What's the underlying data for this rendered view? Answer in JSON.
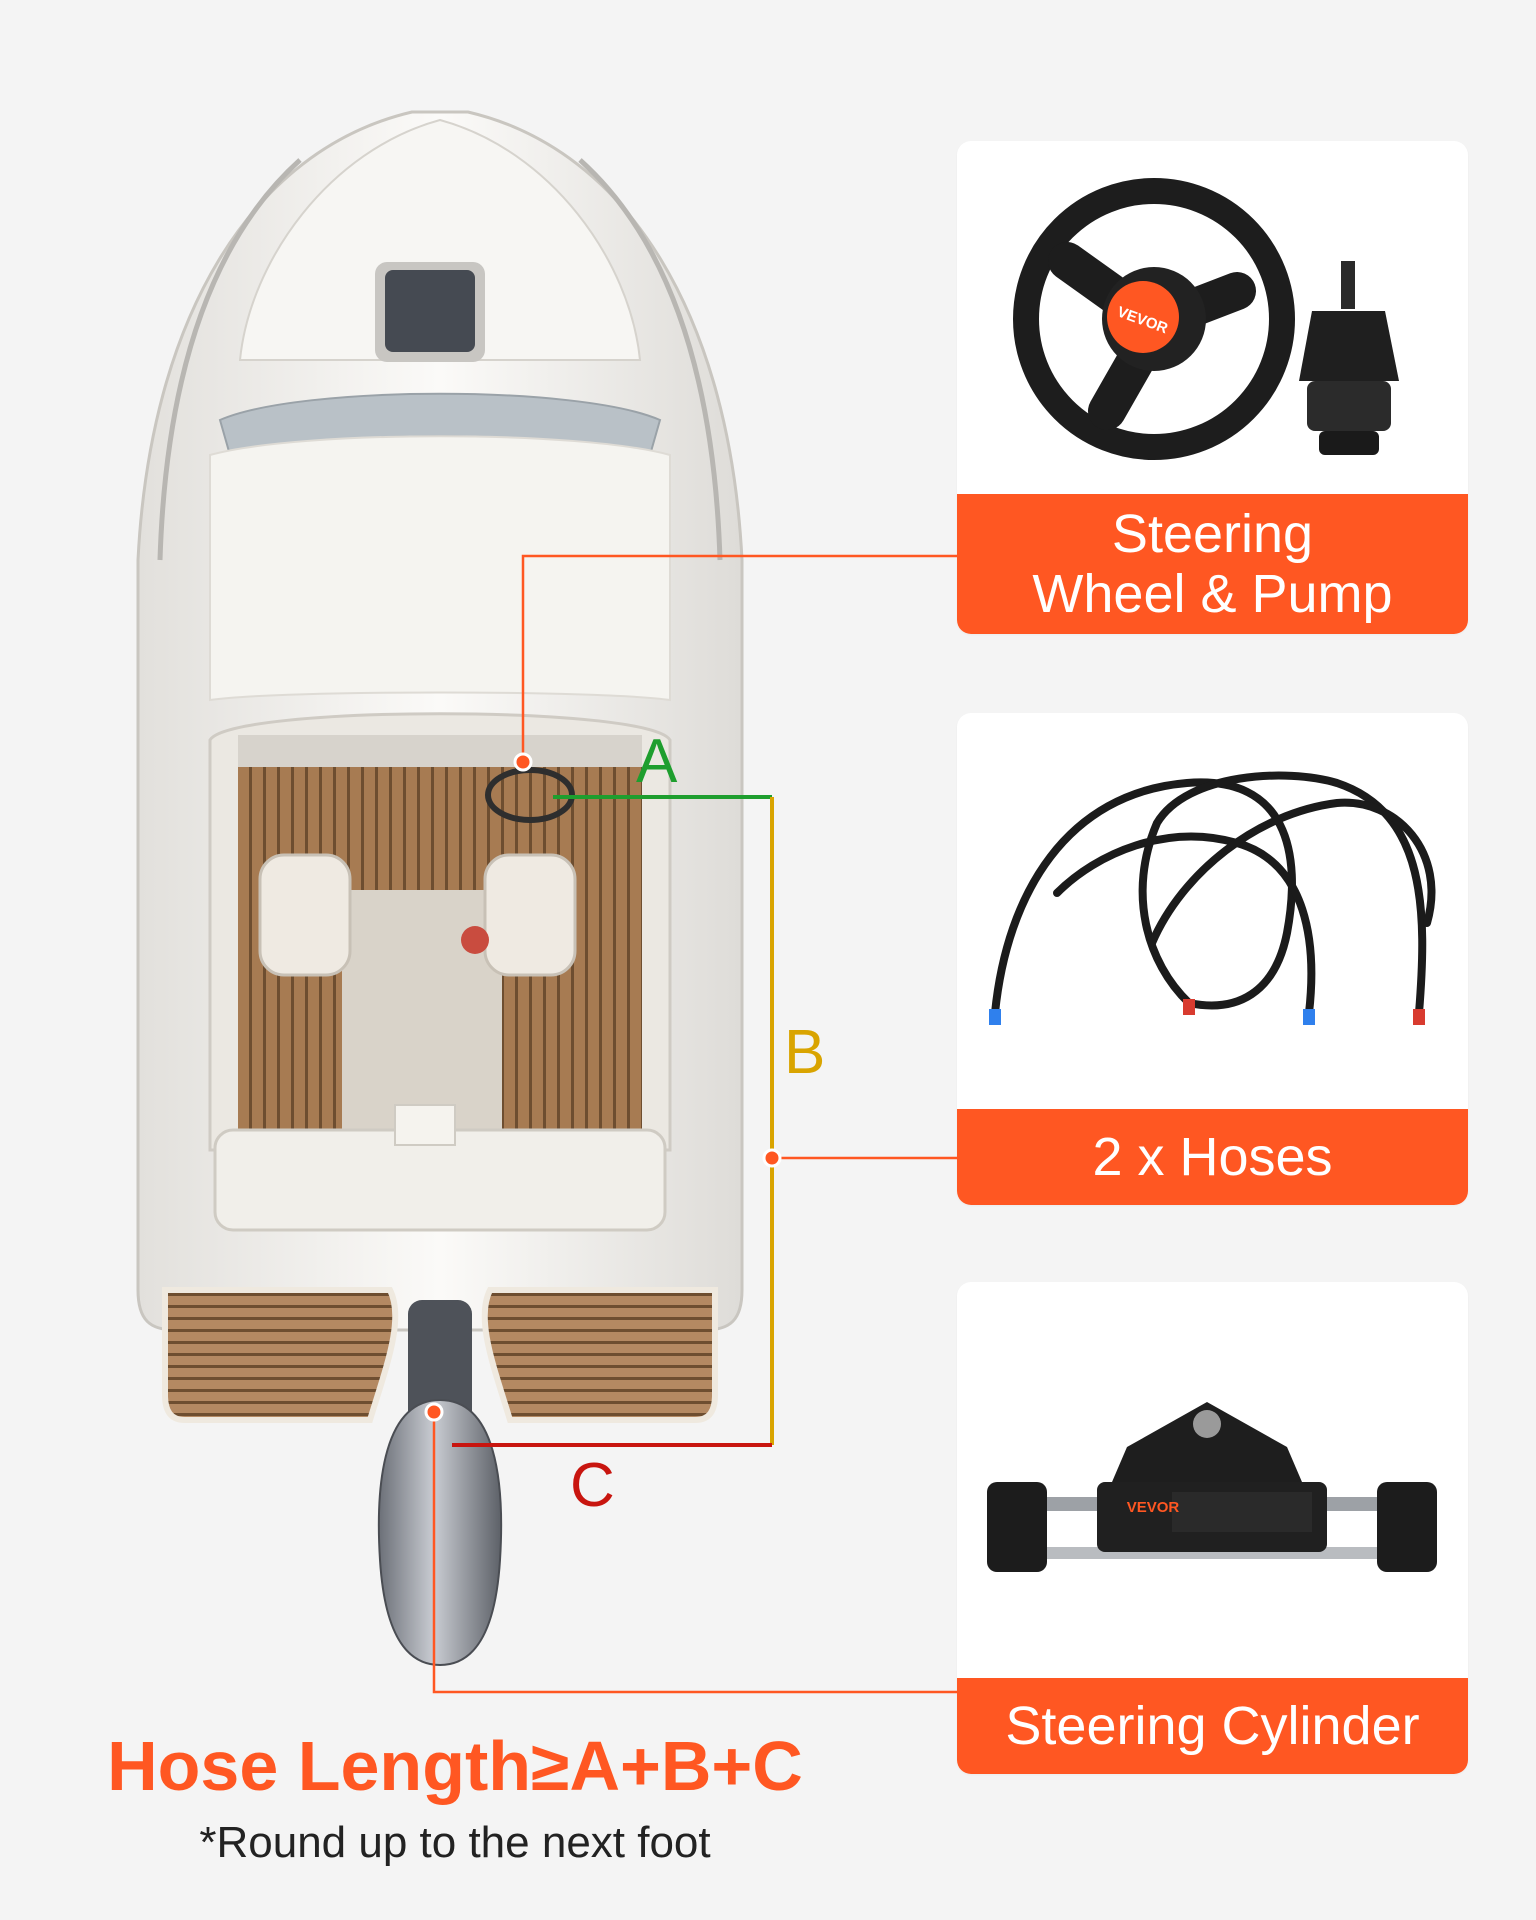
{
  "colors": {
    "accent": "#ff5722",
    "dim_a": "#1e9e2e",
    "dim_b": "#d9a400",
    "dim_c": "#c8150f"
  },
  "dimensions": {
    "a": "A",
    "b": "B",
    "c": "C"
  },
  "cards": {
    "wheel": {
      "label": "Steering\nWheel & Pump",
      "logo": "VEVOR"
    },
    "hoses": {
      "label": "2 x Hoses"
    },
    "cylinder": {
      "label": "Steering Cylinder",
      "logo": "VEVOR"
    }
  },
  "formula": "Hose Length≥A+B+C",
  "note": "*Round up to the next foot"
}
